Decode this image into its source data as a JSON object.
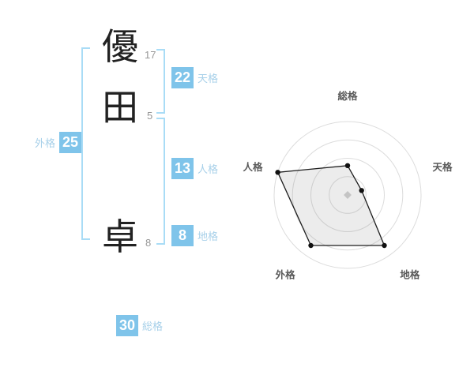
{
  "name": {
    "characters": [
      {
        "kanji": "優",
        "strokes": "17"
      },
      {
        "kanji": "田",
        "strokes": "5"
      },
      {
        "kanji": "卓",
        "strokes": "8"
      }
    ]
  },
  "scores": {
    "tenkaku": {
      "value": "22",
      "label": "天格"
    },
    "jinkaku": {
      "value": "13",
      "label": "人格"
    },
    "chikaku": {
      "value": "8",
      "label": "地格"
    },
    "gaikaku": {
      "value": "25",
      "label": "外格"
    },
    "soukaku": {
      "value": "30",
      "label": "総格"
    }
  },
  "colors": {
    "accent_box": "#7fc4ea",
    "label_blue": "#a7d0e9",
    "bracket_blue": "#a9dcf6",
    "stroke_text": "#979797",
    "kanji_text": "#222222",
    "ring_gray": "#dcdcdc",
    "series_line": "#1d1d1d",
    "axis_label": "#5a5a5a"
  },
  "chart_data": {
    "type": "radar",
    "axes": [
      "総格",
      "天格",
      "地格",
      "外格",
      "人格"
    ],
    "values": [
      40,
      20,
      85,
      85,
      100
    ],
    "max": 100,
    "rings": 4,
    "grid": "concentric-circles",
    "legend": "none"
  }
}
